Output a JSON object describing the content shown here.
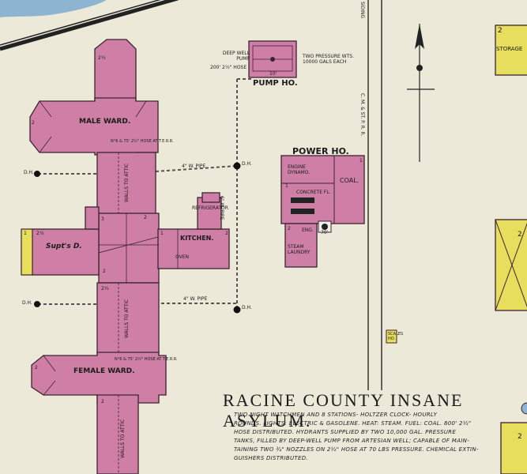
{
  "title": "RACINE COUNTY INSANE ASYLUM.",
  "notes": [
    "TWO NIGHT WATCHMEN AND 8 STATIONS- HOLTZER CLOCK- HOURLY",
    "ROUNDS. LIGHTS: ELECTRIC & GASOLENE. HEAT: STEAM. FUEL: COAL. 800' 2½\"",
    "HOSE DISTRIBUTED. HYDRANTS SUPPLIED BY TWO 10,000 GAL. PRESSURE",
    "TANKS, FILLED BY DEEP-WELL PUMP FROM ARTESIAN WELL; CAPABLE OF MAIN-",
    "TAINING TWO ¾\" NOZZLES ON 2½\" HOSE AT 70 LBS PRESSURE. CHEMICAL EXTIN-",
    "GUISHERS DISTRIBUTED."
  ],
  "buildings": {
    "male_ward": "MALE WARD.",
    "female_ward": "FEMALE WARD.",
    "supts": "Supt's D.",
    "kitchen": "KITCHEN.",
    "oven": "OVEN",
    "refrigerator": "REFRIGERATOR",
    "pump_house": "PUMP HO.",
    "power_house": "POWER HO.",
    "engine_dynamo": "ENGINE DYNAMO.",
    "coal": "COAL.",
    "concrete": "CONCRETE FL.",
    "eng": "ENG.",
    "steam_laundry": "STEAM LAUNDRY",
    "scales": "SCALES HO.",
    "storage": "STORAGE"
  },
  "labels": {
    "deep_well": "DEEP WELL PUMP",
    "hose_200": "200' 2½\" HOSE",
    "tanks": "TWO PRESSURE WTS. 10000 GALS EACH",
    "tank_dim": "10'",
    "pipe_upper": "4\" W. PIPE",
    "pipe_lower": "4\" W. PIPE",
    "pipe_vert": "6\" W. PIPE",
    "dh": "D.H.",
    "hose_male": "N°6 & 75' 2½\" HOSE AT T.E.R.R.",
    "hose_female": "N°6 & 75' 2½\" HOSE AT T.E.R.R.",
    "walls_attic1": "WALLS TO ATTIC",
    "walls_attic2": "WALLS TO ATTIC",
    "walls_attic3": "WALLS TO ATTIC",
    "railroad": "C. M. & ST. P. R. R.",
    "siding": "SIDING",
    "chimney": "70'"
  },
  "stories": {
    "male_top": "2½",
    "male_left": "2",
    "center_3": "3",
    "center_2": "2",
    "center_2b": "2",
    "supts_1": "1",
    "supts_2": "2½",
    "kitchen_2": "2",
    "kitchen_1": "1",
    "female_2": "2½",
    "female_left": "2",
    "female_bottom": "2",
    "power_1": "1",
    "power_2": "1",
    "laundry_2": "2",
    "storage_top": "2",
    "yellow_2a": "2",
    "yellow_2b": "2"
  },
  "colors": {
    "paper": "#ece9d8",
    "brick": "#cf7fa6",
    "frame": "#e6de5c",
    "water": "#8db5d2"
  }
}
